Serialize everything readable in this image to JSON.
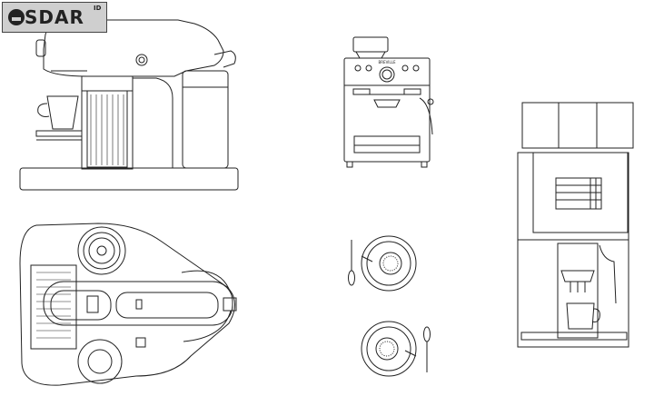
{
  "logo": {
    "text": "SDAR",
    "suffix": "ID"
  },
  "machine_label": "BREVILLE"
}
